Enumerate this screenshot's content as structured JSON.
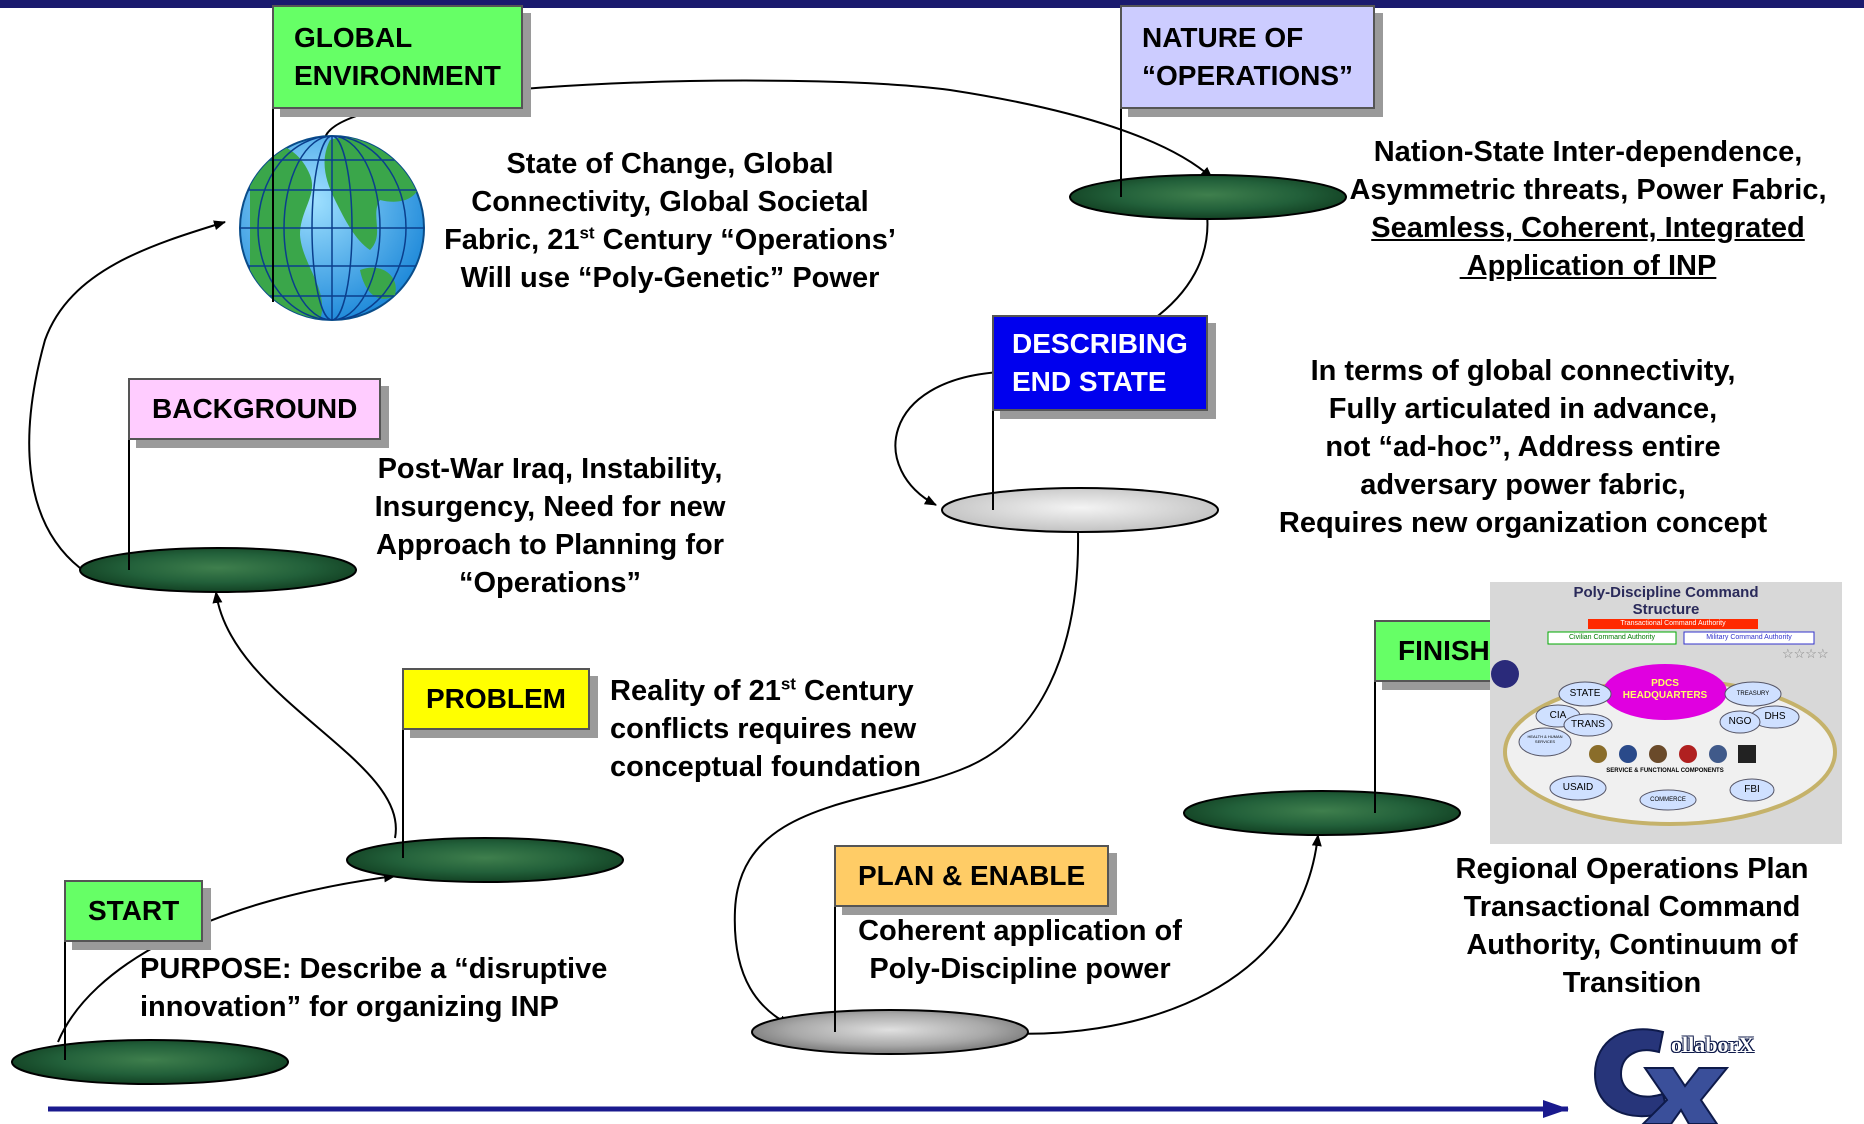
{
  "colors": {
    "topbar": "#1a1a6e",
    "timeline_arrow": "#1a1a8e",
    "green_flag": "#66ff66",
    "pink_flag": "#ffccff",
    "yellow_flag": "#ffff00",
    "lavender_flag": "#ccccff",
    "blue_flag": "#0000ee",
    "orange_flag": "#ffcc66",
    "marble_dark": "#1f5a2c",
    "marble_light": "#d9d9d9"
  },
  "flags": {
    "start": "START",
    "problem": "PROBLEM",
    "background": "BACKGROUND",
    "global_environment": [
      "GLOBAL",
      "ENVIRONMENT"
    ],
    "nature_of_operations": [
      "NATURE OF",
      "“OPERATIONS”"
    ],
    "describing_end_state": [
      "DESCRIBING",
      "END STATE"
    ],
    "plan_and_enable": "PLAN & ENABLE",
    "finish": "FINISH"
  },
  "texts": {
    "purpose": [
      "PURPOSE: Describe a “disruptive",
      "innovation” for organizing INP"
    ],
    "problem": [
      "Reality of 21",
      "st",
      " Century",
      "conflicts requires new",
      "conceptual foundation"
    ],
    "background": [
      "Post-War Iraq, Instability,",
      "Insurgency, Need for new",
      "Approach to Planning for",
      "“Operations”"
    ],
    "global": [
      "State of Change, Global",
      "Connectivity, Global Societal",
      "Fabric, 21",
      "st",
      " Century “Operations’",
      "Will use “Poly-Genetic” Power"
    ],
    "nature": [
      "Nation-State Inter-dependence,",
      "Asymmetric threats, Power Fabric,",
      "Seamless, Coherent, Integrated",
      " Application of INP"
    ],
    "end_state": [
      "In terms of global connectivity,",
      "Fully articulated in advance,",
      "not “ad-hoc”, Address entire",
      "adversary power fabric,",
      "Requires new organization concept"
    ],
    "plan": [
      "Coherent application of",
      "Poly-Discipline power"
    ],
    "finish": [
      "Regional Operations Plan",
      "Transactional Command",
      "Authority, Continuum of",
      "Transition"
    ]
  },
  "org_chart": {
    "title": [
      "Poly-Discipline Command",
      "Structure"
    ],
    "authority_bar": "Transactional Command Authority",
    "civilian": "Civilian Command Authority",
    "military": "Military Command Authority",
    "stars": "☆☆☆☆",
    "hq": [
      "PDCS",
      "HEADQUARTERS"
    ],
    "components_label": "SERVICE & FUNCTIONAL COMPONENTS",
    "agencies": {
      "state": "STATE",
      "cia": "CIA",
      "trans": "TRANS",
      "treasury": "TREASURY",
      "dhs": "DHS",
      "ngo": "NGO",
      "health": "HEALTH & HUMAN SERVICES",
      "usaid": "USAID",
      "commerce": "COMMERCE",
      "fbi": "FBI"
    }
  },
  "logo": {
    "letters": "CX",
    "word": "ollaborX"
  }
}
